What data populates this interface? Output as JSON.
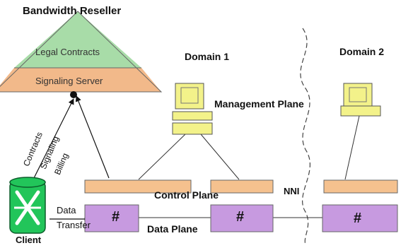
{
  "title": "Bandwidth Reseller",
  "reseller": {
    "upper_label": "Legal Contracts",
    "lower_label": "Signaling Server"
  },
  "domains": [
    "Domain 1",
    "Domain 2"
  ],
  "planes": {
    "management": "Management Plane",
    "control": "Control Plane",
    "data": "Data Plane"
  },
  "nni": "NNI",
  "switch_symbol": "#",
  "client": {
    "label": "Client",
    "data_transfer": [
      "Data",
      "Transfer"
    ]
  },
  "arrow_labels": [
    "Contracts",
    "Signaling",
    "Billing"
  ],
  "colors": {
    "triangle_top": "#a8dca8",
    "triangle_bottom": "#f2b98a",
    "control_box": "#f5c18e",
    "data_box": "#c79ae0",
    "computer": "#f3f28a",
    "client": "#22c55a"
  }
}
